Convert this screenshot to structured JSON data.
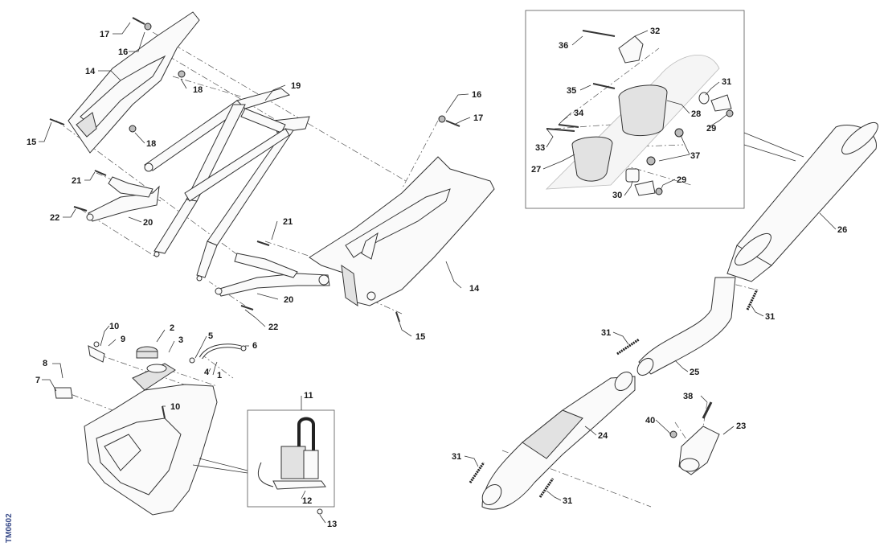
{
  "drawing_code": "TM0602",
  "callouts": {
    "c1": "1",
    "c2": "2",
    "c3": "3",
    "c4": "4",
    "c5": "5",
    "c6": "6",
    "c7": "7",
    "c8": "8",
    "c9": "9",
    "c10a": "10",
    "c10b": "10",
    "c11": "11",
    "c12": "12",
    "c13": "13",
    "c14a": "14",
    "c14b": "14",
    "c15a": "15",
    "c15b": "15",
    "c16a": "16",
    "c16b": "16",
    "c17a": "17",
    "c17b": "17",
    "c18a": "18",
    "c18b": "18",
    "c19": "19",
    "c20a": "20",
    "c20b": "20",
    "c21a": "21",
    "c21b": "21",
    "c22a": "22",
    "c22b": "22",
    "c23": "23",
    "c24": "24",
    "c25": "25",
    "c26": "26",
    "c27": "27",
    "c28": "28",
    "c29a": "29",
    "c29b": "29",
    "c30": "30",
    "c31a": "31",
    "c31b": "31",
    "c31c": "31",
    "c31d": "31",
    "c31e": "31",
    "c32": "32",
    "c33": "33",
    "c34": "34",
    "c35": "35",
    "c36": "36",
    "c37": "37",
    "c38": "38",
    "c40": "40"
  }
}
